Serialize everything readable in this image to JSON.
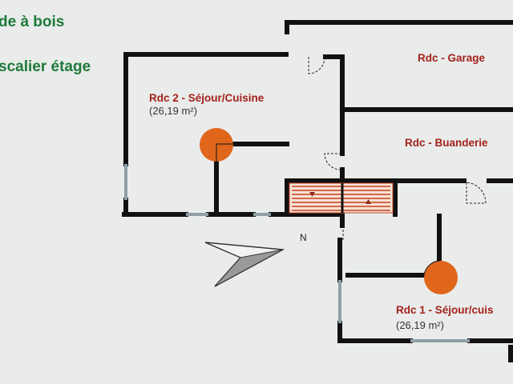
{
  "legend": {
    "line1": "de à bois",
    "line2": "scalier étage"
  },
  "rooms": {
    "garage": {
      "name": "Rdc - Garage"
    },
    "buanderie": {
      "name": "Rdc - Buanderie"
    },
    "sejour2": {
      "name": "Rdc 2 - Séjour/Cuisine",
      "area": "(26,19 m²)"
    },
    "sejour1": {
      "name": "Rdc 1 - Séjour/cuis",
      "area": "(26,19 m²)"
    }
  },
  "north_label": "N",
  "colors": {
    "wall": "#111111",
    "background": "#e9eceb",
    "wood_stove": "#e0661c",
    "stair": "#c8401f",
    "room_label": "#a3211a",
    "legend_text": "#1f7a3a",
    "window": "#8fa0a8"
  },
  "icons": {
    "wood_stove": "orange-circle",
    "staircase": "hatched-stairs",
    "north_arrow": "triangle-arrow"
  }
}
